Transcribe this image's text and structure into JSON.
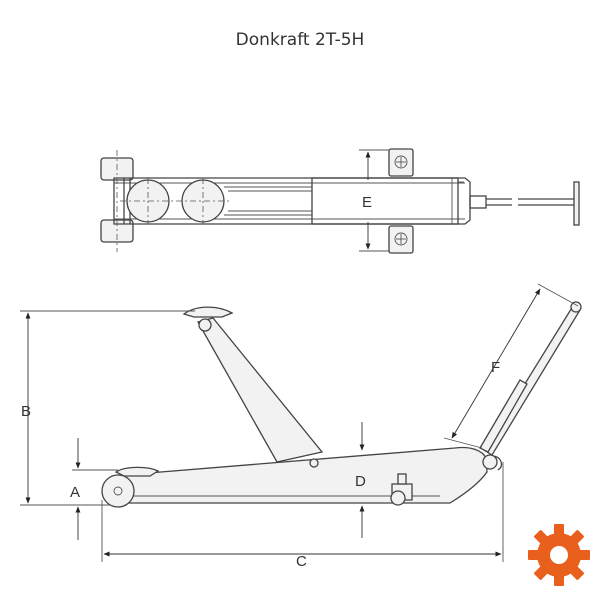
{
  "title": "Donkraft 2T-5H",
  "dimension_labels": {
    "A": "A",
    "B": "B",
    "C": "C",
    "D": "D",
    "E": "E",
    "F": "F"
  },
  "colors": {
    "line": "#444444",
    "fill": "#f2f2f2",
    "logo": "#e8601c"
  },
  "logo_icon": "gear-icon"
}
